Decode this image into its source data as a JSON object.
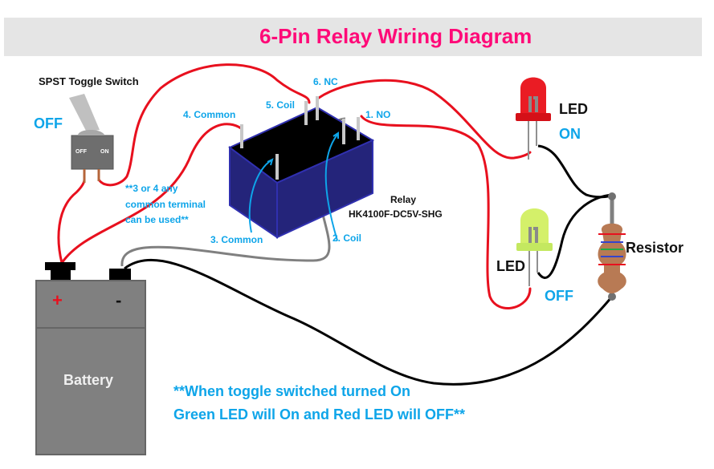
{
  "title": "6-Pin Relay Wiring Diagram",
  "colors": {
    "title": "#ff0a78",
    "title_bg": "#e5e5e5",
    "label_blue": "#0ea5e9",
    "wire_red": "#e8101e",
    "wire_black": "#000000",
    "wire_gray": "#808080",
    "relay_body": "#24247a",
    "battery_body": "#808080",
    "led_red": "#ea1c24",
    "led_green": "#d4f06a",
    "resistor_body": "#b87a54"
  },
  "switch": {
    "heading": "SPST Toggle Switch",
    "state": "OFF",
    "off_label": "OFF",
    "on_label": "ON"
  },
  "note_common": [
    "**3 or 4 any",
    "common terminal",
    "can be used**"
  ],
  "relay": {
    "name": "Relay",
    "model": "HK4100F-DC5V-SHG",
    "pins": [
      {
        "number": 1,
        "label": "1. NO"
      },
      {
        "number": 2,
        "label": "2. Coil"
      },
      {
        "number": 3,
        "label": "3. Common"
      },
      {
        "number": 4,
        "label": "4. Common"
      },
      {
        "number": 5,
        "label": "5. Coil"
      },
      {
        "number": 6,
        "label": "6. NC"
      }
    ]
  },
  "led_red": {
    "label": "LED",
    "state": "ON"
  },
  "led_green": {
    "label": "LED",
    "state": "OFF"
  },
  "resistor": {
    "label": "Resistor"
  },
  "battery": {
    "label": "Battery",
    "plus": "+",
    "minus": "-"
  },
  "footnote": [
    "**When toggle switched turned On",
    "Green LED will On and Red LED will OFF**"
  ]
}
